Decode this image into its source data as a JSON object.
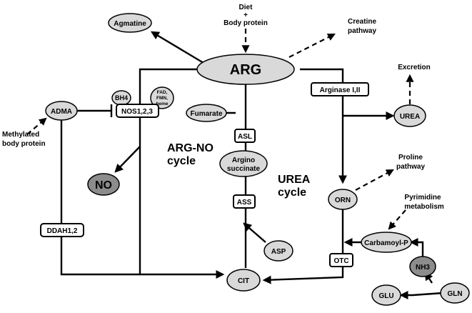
{
  "nodes": {
    "arg": "ARG",
    "agmatine": "Agmatine",
    "adma": "ADMA",
    "bh4": "BH4",
    "fad_line1": "FAD,",
    "fad_line2": "FMN,",
    "fad_line3": "heme",
    "nos": "NOS1,2,3",
    "no": "NO",
    "fumarate": "Fumarate",
    "asl": "ASL",
    "argino_line1": "Argino",
    "argino_line2": "succinate",
    "ass": "ASS",
    "asp": "ASP",
    "cit": "CIT",
    "ddah": "DDAH1,2",
    "arginase": "Arginase I,II",
    "urea": "UREA",
    "orn": "ORN",
    "otc": "OTC",
    "carbamoyl": "Carbamoyl-P",
    "nh3": "NH3",
    "glu": "GLU",
    "gln": "GLN"
  },
  "labels": {
    "diet_line1": "Diet",
    "diet_line2": "+",
    "diet_line3": "Body protein",
    "creatine_line1": "Creatine",
    "creatine_line2": "pathway",
    "excretion": "Excretion",
    "methylated_line1": "Methylated",
    "methylated_line2": "body protein",
    "proline_line1": "Proline",
    "proline_line2": "pathway",
    "pyrimidine_line1": "Pyrimidine",
    "pyrimidine_line2": "metabolism",
    "argno_line1": "ARG-NO",
    "argno_line2": "cycle",
    "urea_cycle_line1": "UREA",
    "urea_cycle_line2": "cycle"
  }
}
